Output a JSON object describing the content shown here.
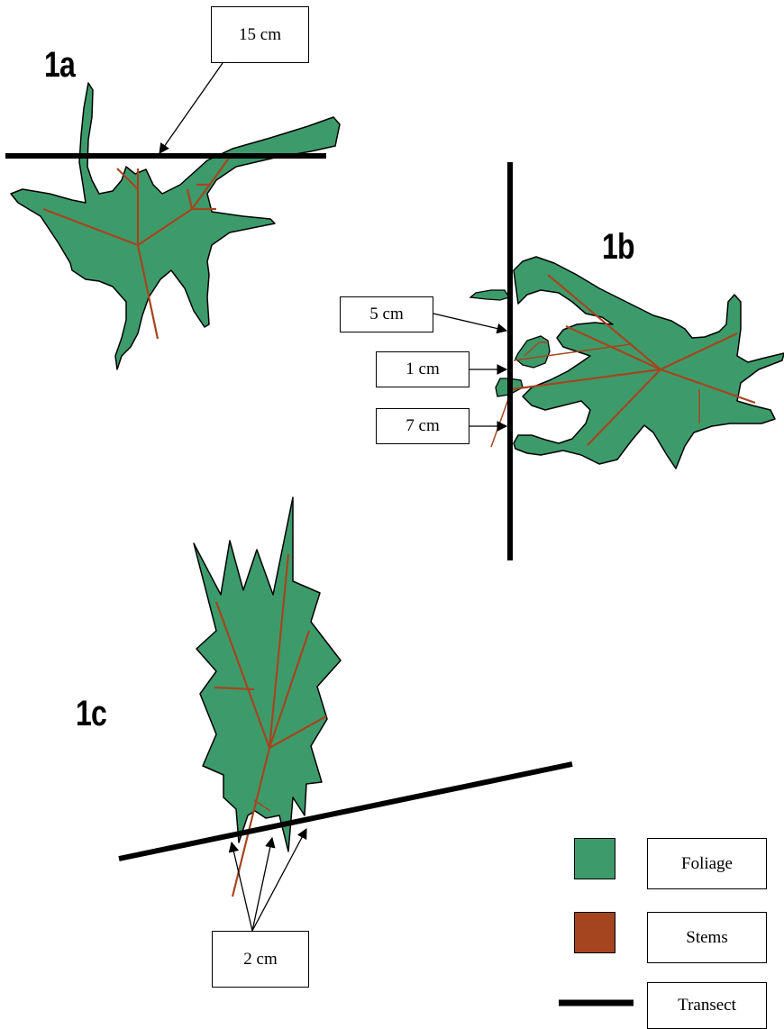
{
  "panels": {
    "a": {
      "label": "1a",
      "measurements": [
        "15 cm"
      ]
    },
    "b": {
      "label": "1b",
      "measurements": [
        "5 cm",
        "1 cm",
        "7 cm"
      ]
    },
    "c": {
      "label": "1c",
      "measurements": [
        "2 cm"
      ]
    }
  },
  "legend": {
    "items": [
      {
        "label": "Foliage",
        "color": "#3d9b6b"
      },
      {
        "label": "Stems",
        "color": "#a5451f"
      },
      {
        "label": "Transect",
        "color": "#000000"
      }
    ]
  },
  "colors": {
    "foliage": "#3d9b6b",
    "stem": "#a5451f",
    "transect": "#000000"
  }
}
